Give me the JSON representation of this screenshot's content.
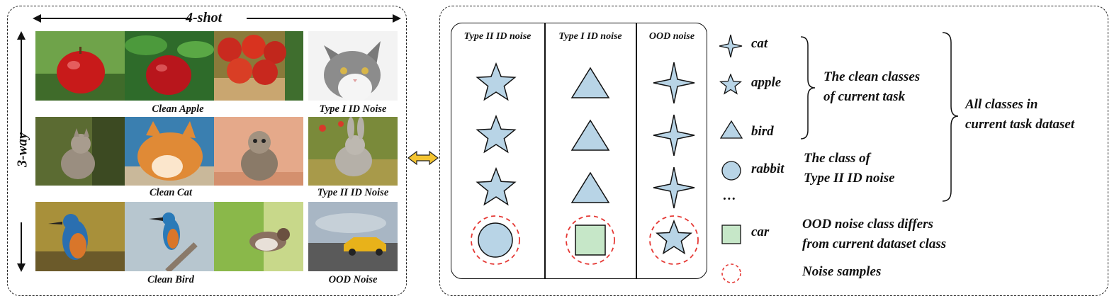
{
  "colors": {
    "shape_fill": "#b8d4e6",
    "car_fill": "#c6e7c8",
    "noise_circle": "#e53935",
    "exchange_arrow": "#f4c430"
  },
  "left_panel": {
    "shot_label": "4-shot",
    "way_label": "3-way",
    "images": [
      {
        "name": "apple-image-1",
        "subject": "red apple"
      },
      {
        "name": "apple-image-2",
        "subject": "apple on tree"
      },
      {
        "name": "apple-image-3",
        "subject": "apples in basket"
      },
      {
        "name": "cat-noise-image",
        "subject": "cat"
      },
      {
        "name": "cat-image-1",
        "subject": "kitten"
      },
      {
        "name": "cat-image-2",
        "subject": "orange cat"
      },
      {
        "name": "cat-image-3",
        "subject": "tabby cat"
      },
      {
        "name": "rabbit-noise-image",
        "subject": "rabbit"
      },
      {
        "name": "bird-image-1",
        "subject": "kingfisher"
      },
      {
        "name": "bird-image-2",
        "subject": "kingfisher on branch"
      },
      {
        "name": "bird-image-3",
        "subject": "sparrow"
      },
      {
        "name": "car-noise-image",
        "subject": "car"
      }
    ],
    "captions": {
      "clean_apple": "Clean Apple",
      "type1_noise": "Type  I  ID Noise",
      "clean_cat": "Clean Cat",
      "type2_noise": "Type  II   ID Noise",
      "clean_bird": "Clean Bird",
      "ood_noise": "OOD Noise"
    }
  },
  "right_panel": {
    "columns": [
      {
        "header": "Type II ID noise",
        "clean_shape": "star",
        "noise_shape": "circle"
      },
      {
        "header": "Type I ID noise",
        "clean_shape": "triangle",
        "noise_shape": "square"
      },
      {
        "header": "OOD noise",
        "clean_shape": "four-point-star",
        "noise_shape": "star"
      }
    ],
    "legend": {
      "cat": "cat",
      "apple": "apple",
      "bird": "bird",
      "rabbit": "rabbit",
      "ellipsis": "…",
      "car": "car"
    },
    "descriptions": {
      "clean_classes_line1": "The clean classes",
      "clean_classes_line2": "of current task",
      "all_classes_line1": "All classes in",
      "all_classes_line2": "current task dataset",
      "type2_class_line1": "The class of",
      "type2_class_line2": "Type II ID noise",
      "ood_line1": "OOD noise class differs",
      "ood_line2": "from current dataset class",
      "noise_samples": "Noise samples"
    }
  }
}
